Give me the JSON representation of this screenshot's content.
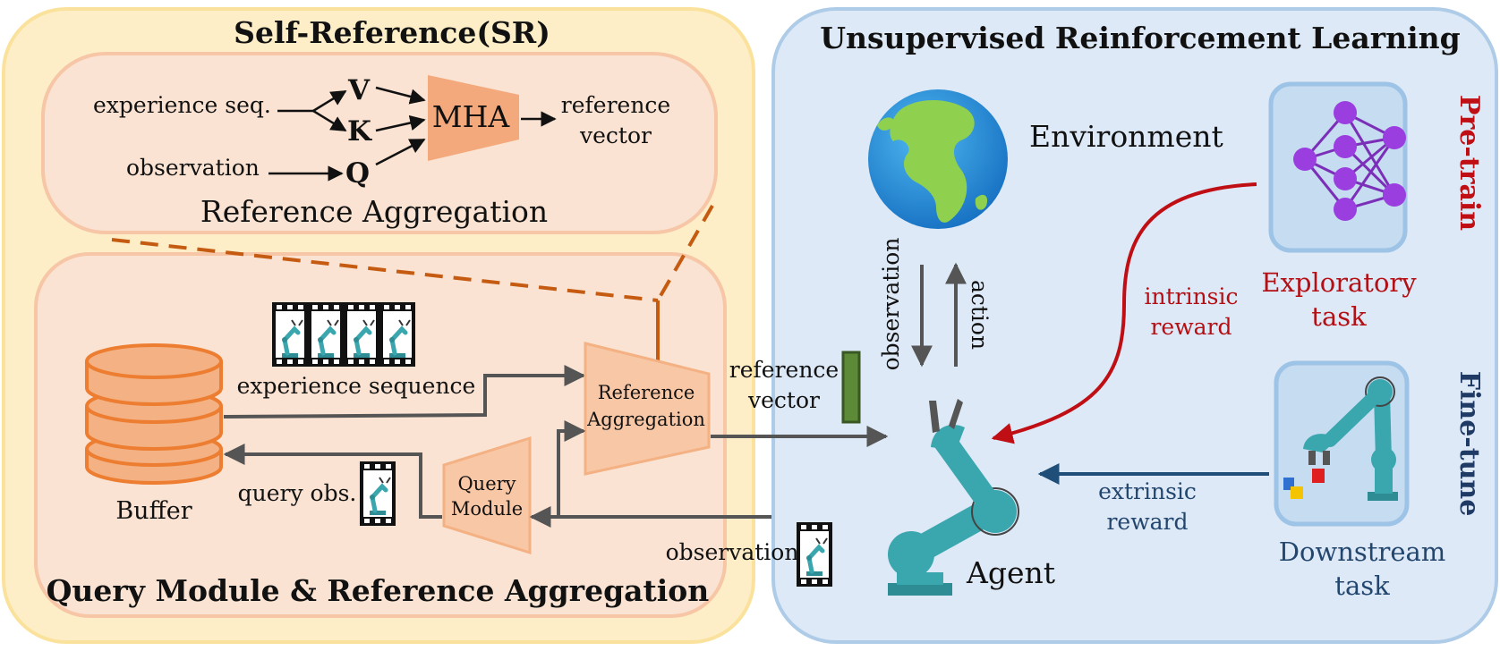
{
  "sr": {
    "title": "Self-Reference(SR)",
    "ref_agg": {
      "title": "Reference Aggregation",
      "experience_seq": "experience seq.",
      "observation": "observation",
      "v": "V",
      "k": "K",
      "q": "Q",
      "mha": "MHA",
      "output_line1": "reference",
      "output_line2": "vector"
    },
    "qm": {
      "title": "Query Module & Reference Aggregation",
      "buffer": "Buffer",
      "experience_sequence": "experience sequence",
      "query_obs": "query obs.",
      "query_module_line1": "Query",
      "query_module_line2": "Module",
      "ref_agg_line1": "Reference",
      "ref_agg_line2": "Aggregation"
    }
  },
  "url": {
    "title": "Unsupervised Reinforcement Learning",
    "environment": "Environment",
    "observation_vertical": "observation",
    "action_vertical": "action",
    "reference_line1": "reference",
    "reference_line2": "vector",
    "agent": "Agent",
    "observation": "observation",
    "intrinsic_line1": "intrinsic",
    "intrinsic_line2": "reward",
    "extrinsic_line1": "extrinsic",
    "extrinsic_line2": "reward",
    "pretrain": "Pre-train",
    "finetune": "Fine-tune",
    "exploratory_line1": "Exploratory",
    "exploratory_line2": "task",
    "downstream_line1": "Downstream",
    "downstream_line2": "task"
  },
  "icons": {
    "globe": "globe-icon",
    "neural_net": "neural-network-icon",
    "robot_arm": "robot-arm-icon",
    "database": "database-icon",
    "film": "film-strip-icon"
  },
  "colors": {
    "sr_panel": "#fdeec7",
    "sr_border": "#fbe29c",
    "inner_panel": "#fae3d2",
    "inner_border": "#f6c6a6",
    "mha_fill": "#f3a97c",
    "buffer_fill": "#f4b183",
    "buffer_stroke": "#ec7d31",
    "url_panel": "#dde9f6",
    "url_border": "#aecce8",
    "pretrain_red": "#c00f14",
    "finetune_blue": "#1f3a64",
    "robot_teal": "#3aa6ae",
    "net_purple": "#9a3ee0"
  }
}
